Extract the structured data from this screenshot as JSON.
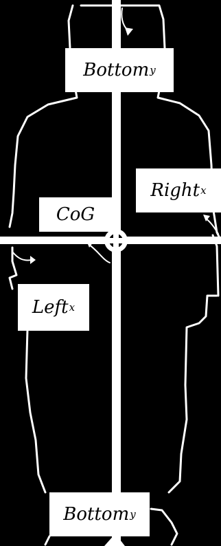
{
  "labels": {
    "bottom_top": {
      "main": "Bottom",
      "sub": "y"
    },
    "right": {
      "main": "Right",
      "sub": "x"
    },
    "cog": {
      "main": "CoG"
    },
    "left": {
      "main": "Left",
      "sub": "x"
    },
    "bottom_bottom": {
      "main": "Bottom",
      "sub": "y"
    }
  },
  "colors": {
    "background": "#000000",
    "foreground": "#ffffff"
  }
}
